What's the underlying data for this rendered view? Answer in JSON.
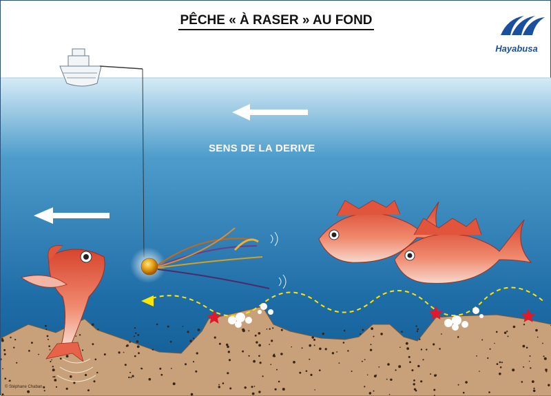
{
  "title": "PÊCHE « À RASER » AU FOND",
  "brand": {
    "name": "Hayabusa",
    "color": "#1a4fa0"
  },
  "labels": {
    "drift_direction": "SENS DE LA DERIVE"
  },
  "credit": "© Stéphane Chaban",
  "colors": {
    "sky": "#ffffff",
    "water_top": "#cfe6f4",
    "water_bottom": "#0f5e96",
    "seabed": "#c9a37a",
    "fish": "#e8624a",
    "arrow": "#ffffff",
    "path_line": "#ffe600",
    "star": "#e0182a"
  },
  "icons": [
    "boat-icon",
    "hayabusa-logo-icon",
    "fish-icon",
    "jig-icon",
    "star-icon",
    "arrow-left-icon"
  ]
}
